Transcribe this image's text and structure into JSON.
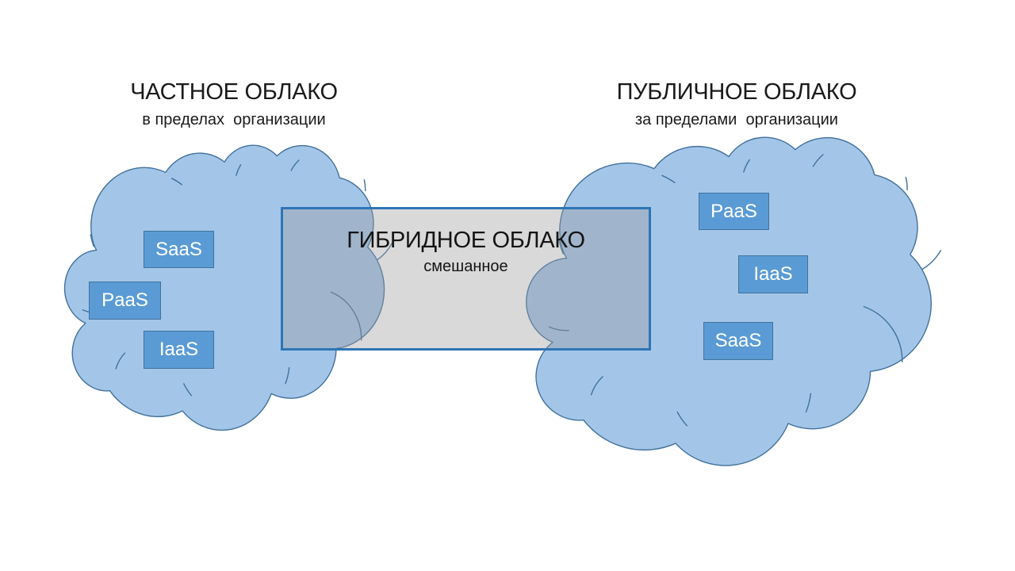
{
  "slide": {
    "private": {
      "title": "ЧАСТНОЕ ОБЛАКО",
      "subtitle": "в пределах  организации",
      "services": [
        {
          "label": "SaaS"
        },
        {
          "label": "PaaS"
        },
        {
          "label": "IaaS"
        }
      ]
    },
    "public": {
      "title": "ПУБЛИЧНОЕ ОБЛАКО",
      "subtitle": "за пределами  организации",
      "services": [
        {
          "label": "PaaS"
        },
        {
          "label": "IaaS"
        },
        {
          "label": "SaaS"
        }
      ]
    },
    "hybrid": {
      "title": "ГИБРИДНОЕ ОБЛАКО",
      "subtitle": "смешанное"
    }
  },
  "colors": {
    "page_bg": "#FFFFFF",
    "cloud_fill": "#A3C6E8",
    "cloud_stroke": "#41719C",
    "box_fill": "#5B9BD5",
    "box_stroke": "#41719C",
    "box_text": "#FFFFFF",
    "rect_fill": "rgba(155,155,155,0.38)",
    "rect_stroke": "#2E75B6",
    "heading_color": "#1A1A1A",
    "hybrid_color": "#141414"
  }
}
